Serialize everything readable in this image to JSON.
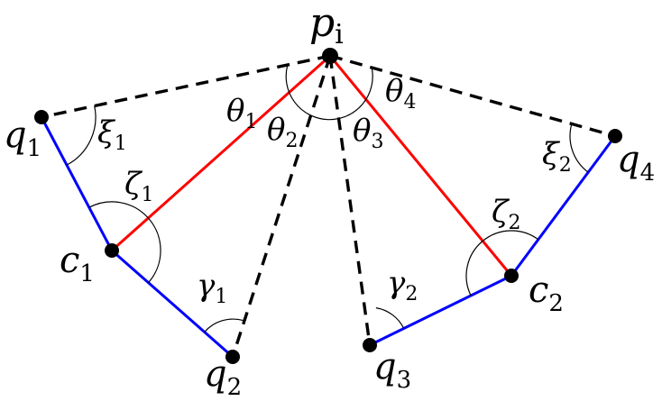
{
  "points": {
    "p": {
      "letter": "p",
      "sub": "i"
    },
    "q1": {
      "letter": "q",
      "sub": "1"
    },
    "q2": {
      "letter": "q",
      "sub": "2"
    },
    "q3": {
      "letter": "q",
      "sub": "3"
    },
    "q4": {
      "letter": "q",
      "sub": "4"
    },
    "c1": {
      "letter": "c",
      "sub": "1"
    },
    "c2": {
      "letter": "c",
      "sub": "2"
    }
  },
  "angles": {
    "theta1": {
      "letter": "θ",
      "sub": "1"
    },
    "theta2": {
      "letter": "θ",
      "sub": "2"
    },
    "theta3": {
      "letter": "θ",
      "sub": "3"
    },
    "theta4": {
      "letter": "θ",
      "sub": "4"
    },
    "xi1": {
      "letter": "ξ",
      "sub": "1"
    },
    "xi2": {
      "letter": "ξ",
      "sub": "2"
    },
    "zeta1": {
      "letter": "ζ",
      "sub": "1"
    },
    "zeta2": {
      "letter": "ζ",
      "sub": "2"
    },
    "gamma1": {
      "letter": "γ",
      "sub": "1"
    },
    "gamma2": {
      "letter": "γ",
      "sub": "2"
    }
  },
  "colors": {
    "red_segments": "#ff0000",
    "blue_segments": "#0000ff",
    "dashed_segments": "#000000"
  }
}
